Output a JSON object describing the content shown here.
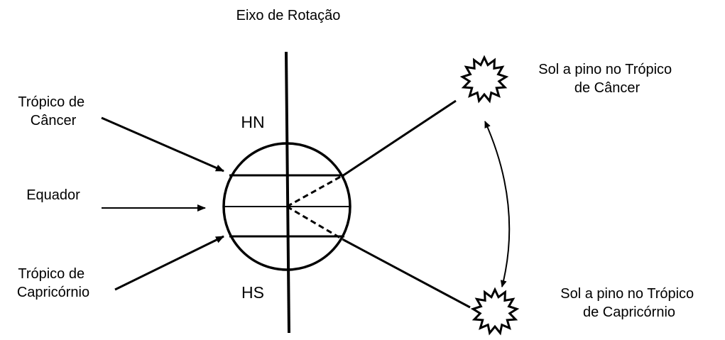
{
  "title": "Eixo de Rotação",
  "hemispheres": {
    "north": "HN",
    "south": "HS"
  },
  "left_labels": {
    "cancer": [
      "Trópico de",
      "Câncer"
    ],
    "equator": "Equador",
    "capricorn": [
      "Trópico de",
      "Capricórnio"
    ]
  },
  "right_labels": {
    "sun_cancer": [
      "Sol a pino no Trópico",
      "de Câncer"
    ],
    "sun_capricorn": [
      "Sol a pino no Trópico",
      "de Capricórnio"
    ]
  },
  "icons": {
    "sun_top": "sun-icon",
    "sun_bottom": "sun-icon"
  }
}
